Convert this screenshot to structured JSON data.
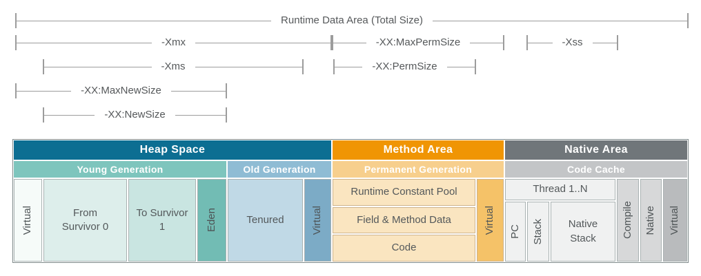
{
  "colors": {
    "heap_header": "#0c6e92",
    "young_sub": "#7ec5bd",
    "old_sub": "#8fbcd4",
    "method_header": "#f09504",
    "perm_sub": "#f7cf8d",
    "native_header": "#70767a",
    "cache_sub": "#c3c5c7",
    "virtual_heap": "#f6fbf9",
    "from_survivor": "#ddeeeb",
    "to_survivor": "#c9e5e1",
    "eden": "#72bcb4",
    "tenured": "#c0d9e6",
    "virtual_old": "#7cabc6",
    "perm_row": "#fae5c0",
    "virtual_method": "#f5c268",
    "thread_cell": "#f0f1f1",
    "compile_cell": "#d7d8d9",
    "native_cell": "#d7d8d9",
    "virtual_native": "#b9bbbd",
    "ruler_line": "#9c9c9c",
    "ruler_text": "#55585a"
  },
  "rulers": [
    {
      "label": "Runtime Data Area (Total Size)"
    },
    {
      "label": "-Xmx"
    },
    {
      "label": "-XX:MaxPermSize"
    },
    {
      "label": "-Xss"
    },
    {
      "label": "-Xms"
    },
    {
      "label": "-XX:PermSize"
    },
    {
      "label": "-XX:MaxNewSize"
    },
    {
      "label": "-XX:NewSize"
    }
  ],
  "diagram": {
    "heap": {
      "title": "Heap Space",
      "young": {
        "title": "Young Generation",
        "virtual": "Virtual",
        "from_survivor": "From Survivor 0",
        "to_survivor": "To Survivor 1",
        "eden": "Eden"
      },
      "old": {
        "title": "Old Generation",
        "tenured": "Tenured",
        "virtual": "Virtual"
      }
    },
    "method": {
      "title": "Method Area",
      "perm": {
        "title": "Permanent Generation",
        "rows": [
          "Runtime Constant Pool",
          "Field & Method Data",
          "Code"
        ],
        "virtual": "Virtual"
      }
    },
    "native": {
      "title": "Native Area",
      "cache": {
        "title": "Code Cache",
        "thread": "Thread 1..N",
        "pc": "PC",
        "stack": "Stack",
        "native_stack": "Native Stack",
        "compile": "Compile",
        "native": "Native",
        "virtual": "Virtual"
      }
    }
  }
}
